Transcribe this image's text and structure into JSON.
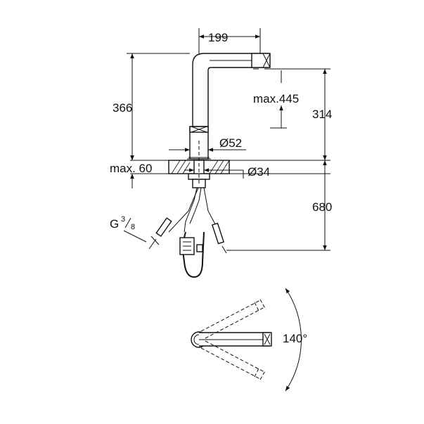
{
  "dimensions": {
    "top_width": "199",
    "total_height": "366",
    "spray_reach": "max.445",
    "outlet_height": "314",
    "body_diameter": "Ø52",
    "counter_thickness": "max. 60",
    "hole_diameter": "Ø34",
    "hose_length": "680",
    "connection_letter": "G",
    "connection_num": "3",
    "connection_den": "8",
    "swivel_angle": "140°"
  }
}
